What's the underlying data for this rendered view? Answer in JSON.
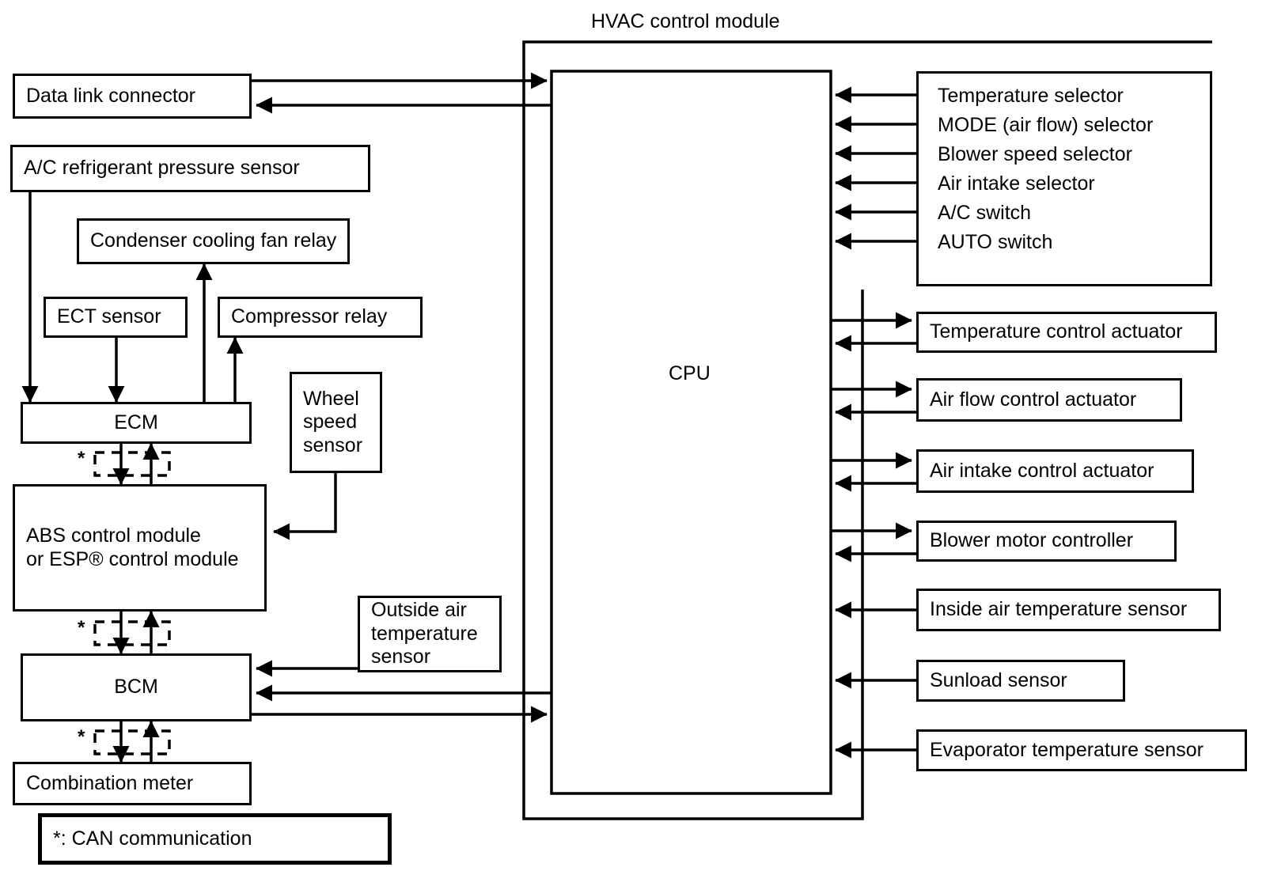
{
  "diagram": {
    "title": "HVAC control module",
    "cpu_label": "CPU",
    "legend": "*:    CAN communication"
  },
  "left_nodes": {
    "data_link_connector": "Data link connector",
    "ac_refrigerant_pressure_sensor": "A/C refrigerant pressure sensor",
    "condenser_cooling_fan_relay": "Condenser cooling fan relay",
    "ect_sensor": "ECT sensor",
    "compressor_relay": "Compressor relay",
    "ecm": "ECM",
    "wheel_speed_sensor": "Wheel\nspeed\nsensor",
    "abs_control_module": "ABS control module\nor ESP® control module",
    "outside_air_temperature_sensor": "Outside air\ntemperature\nsensor",
    "bcm": "BCM",
    "combination_meter": "Combination meter"
  },
  "selectors": {
    "items": [
      "Temperature selector",
      "MODE (air flow) selector",
      "Blower speed selector",
      "Air intake selector",
      "A/C switch",
      "AUTO switch"
    ]
  },
  "actuators": {
    "items": [
      "Temperature control actuator",
      "Air flow control actuator",
      "Air intake control actuator",
      "Blower motor controller"
    ]
  },
  "sensors": {
    "items": [
      "Inside air temperature sensor",
      "Sunload sensor",
      "Evaporator temperature sensor"
    ]
  },
  "colors": {
    "line": "#000000",
    "background": "#ffffff"
  }
}
